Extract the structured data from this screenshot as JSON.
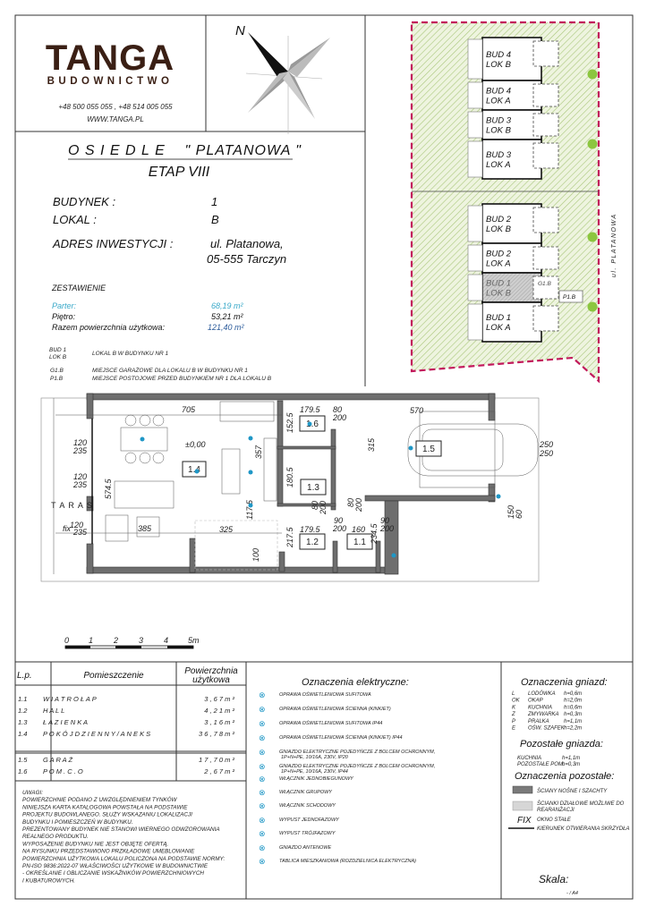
{
  "header": {
    "logo_main": "TANGA",
    "logo_sub": "BUDOWNICTWO",
    "phones": "+48 500 055 055 , +48 514 005 055",
    "website": "WWW.TANGA.PL",
    "compass_label": "N"
  },
  "title": {
    "estate": "O S I E D L E    \" PLATANOWA \"",
    "stage": "ETAP VIII"
  },
  "info": {
    "building_label": "BUDYNEK :",
    "building_value": "1",
    "unit_label": "LOKAL :",
    "unit_value": "B",
    "address_label": "ADRES INWESTYCJI :",
    "address_line1": "ul. Platanowa,",
    "address_line2": "05-555 Tarczyn"
  },
  "summary": {
    "heading": "ZESTAWIENIE",
    "rows": [
      {
        "label": "Parter:",
        "value": "68,19 m²"
      },
      {
        "label": "Piętro:",
        "value": "53,21 m²"
      },
      {
        "label": "Razem powierzchnia użytkowa:",
        "value": "121,40 m²"
      }
    ]
  },
  "keys": [
    {
      "code1": "BUD  1",
      "code2": "LOK  B",
      "text": "LOKAL B   W BUDYNKU NR 1"
    },
    {
      "code1": "G1.B",
      "text": "MIEJSCE GARAŻOWE DLA LOKALU B W BUDYNKU NR 1"
    },
    {
      "code1": "P1.B",
      "text": "MIEJSCE POSTOJOWE PRZED BUDYNKIEM  NR 1 DLA LOKALU B"
    }
  ],
  "site_plan": {
    "street": "ul. PLATANOWA",
    "units": [
      {
        "b": "BUD  4",
        "l": "LOK  B"
      },
      {
        "b": "BUD  4",
        "l": "LOK  A"
      },
      {
        "b": "BUD  3",
        "l": "LOK  B"
      },
      {
        "b": "BUD  3",
        "l": "LOK  A"
      },
      {
        "b": "BUD  2",
        "l": "LOK  B"
      },
      {
        "b": "BUD  2",
        "l": "LOK  A"
      },
      {
        "b": "BUD  1",
        "l": "LOK  B"
      },
      {
        "b": "BUD  1",
        "l": "LOK  A"
      }
    ],
    "garage_tag": "G1.B",
    "parking_tag": "P1.B",
    "colors": {
      "boundary": "#c2185b",
      "hatch": "#c9dca0",
      "tree": "#8cc63f",
      "selected": "#bdbdbd"
    }
  },
  "floor_plan": {
    "room_tags": [
      "1.4",
      "1.6",
      "1.3",
      "1.2",
      "1.1",
      "1.5"
    ],
    "level": "±0,00",
    "terrace": "T A R A S",
    "fix": "fix",
    "dims": {
      "d705": "705",
      "d1795a": "179.5",
      "d80a": "80",
      "d200a": "200",
      "d570": "570",
      "d1525": "152.5",
      "d357": "357",
      "d1805": "180.5",
      "d5745": "574.5",
      "w1a": "120",
      "w1b": "235",
      "w2a": "120",
      "w2b": "235",
      "w3a": "120",
      "w3b": "235",
      "d315": "315",
      "d250a": "250",
      "d250b": "250",
      "d150": "150",
      "d60": "60",
      "d325": "325",
      "d1175": "117.5",
      "d2175": "217.5",
      "d1795b": "179.5",
      "d90a": "90",
      "d200b": "200",
      "d160": "160",
      "d2345": "234.5",
      "d90b": "90",
      "d200c": "200",
      "d80b": "80",
      "d200d": "200",
      "d80c": "80",
      "d200e": "200",
      "d385": "385",
      "d100": "100"
    },
    "scale_labels": [
      "0",
      "1",
      "2",
      "3",
      "4",
      "5m"
    ]
  },
  "rooms_table": {
    "headers": {
      "lp": "L.p.",
      "room": "Pomieszczenie",
      "area1": "Powierzchnia",
      "area2": "użytkowa"
    },
    "rows": [
      {
        "lp": "1.1",
        "name": "W I A T R O Ł A P",
        "area": "3 , 6 7  m ²"
      },
      {
        "lp": "1.2",
        "name": "H A L L",
        "area": "4 , 2 1  m ²"
      },
      {
        "lp": "1.3",
        "name": "Ł A Z I E N K A",
        "area": "3 , 1 6  m ²"
      },
      {
        "lp": "1.4",
        "name": "P O K Ó J   D Z I E N N Y / A N E K S",
        "area": "3 6 , 7 8  m ²"
      },
      {
        "lp": "1.5",
        "name": "G A R A Ż",
        "area": "1 7 , 7 0  m ²"
      },
      {
        "lp": "1.6",
        "name": "P O M .   C . O",
        "area": "2 , 6 7  m ²"
      }
    ],
    "notes": [
      "UWAGI:",
      "POWIERZCHNIE PODANO Z UWZGLĘDNIENIEM TYNKÓW",
      "NINIEJSZA KARTA KATALOGOWA POWSTAŁA NA PODSTAWIE",
      "PROJEKTU BUDOWLANEGO. SŁUŻY WSKAZANIU LOKALIZACJI",
      "BUDYNKU I POMIESZCZEŃ W BUDYNKU.",
      "PREZENTOWANY BUDYNEK NIE STANOWI WIERNEGO ODWZOROWANIA",
      "REALNEGO PRODUKTU.",
      "WYPOSAŻENIE BUDYNKU NIE JEST OBJĘTE OFERTĄ.",
      "NA RYSUNKU PRZEDSTAWIONO PRZKŁADOWE UMEBLOWANIE",
      "POWIERZCHNIA UŻYTKOWA LOKALU POLICZONA NA PODSTAWIE NORMY:",
      "PN-ISO 9836:2022-07 WŁAŚCIWOŚCI UŻYTKOWE W BUDOWNICTWIE",
      "- OKREŚLANIE I OBLICZANIE WSKAŹNIKÓW POWIERZCHNIOWYCH",
      "I KUBATUROWYCH."
    ]
  },
  "electrical_legend": {
    "title": "Oznaczenia elektryczne:",
    "items": [
      {
        "icon": "ceiling-light-icon",
        "text": "OPRAWA OŚWIETLENIOWA SUFITOWA"
      },
      {
        "icon": "wall-light-icon",
        "text": "OPRAWA OŚWIETLENIOWA ŚCIENNA (KINKIET)"
      },
      {
        "icon": "ceiling-light-ip44-icon",
        "text": "OPRAWA OŚWIETLENIOWA SUFITOWA  IP44"
      },
      {
        "icon": "wall-light-ip44-icon",
        "text": "OPRAWA OŚWIETLENIOWA ŚCIENNA (KINKIET) IP44"
      },
      {
        "icon": "socket-icon",
        "text": "GNIAZDO ELEKTRYCZNE POJEDYŃCZE Z BOLCEM OCHRONNYM,",
        "text2": "1P+N+PE, 10/16A, 230V, IP20"
      },
      {
        "icon": "socket-ip44-icon",
        "text": "GNIAZDO ELEKTRYCZNE POJEDYŃCZE Z BOLCEM OCHRONNYM,",
        "text2": "1P+N+PE, 10/16A, 230V, IP44"
      },
      {
        "icon": "single-switch-icon",
        "text": "WŁĄCZNIK JEDNOBIEGUNOWY"
      },
      {
        "icon": "group-switch-icon",
        "text": "WŁĄCZNIK GRUPOWY"
      },
      {
        "icon": "stair-switch-icon",
        "text": "WŁĄCZNIK SCHODOWY"
      },
      {
        "icon": "single-phase-outlet-icon",
        "text": "WYPUST JEDNOFAZOWY"
      },
      {
        "icon": "three-phase-outlet-icon",
        "text": "WYPUST TRÓJFAZOWY"
      },
      {
        "icon": "antenna-socket-icon",
        "text": "GNIAZDO ANTENOWE"
      },
      {
        "icon": "distribution-board-icon",
        "text": "TABLICA MIESZKANIOWA (ROZDZIELNICA ELEKTRYCZNA)"
      }
    ]
  },
  "socket_legend": {
    "title": "Oznaczenia gniazd:",
    "items": [
      {
        "code": "L",
        "name": "LODÓWKA",
        "h": "h=0,6m"
      },
      {
        "code": "OK",
        "name": "OKAP",
        "h": "h=2,0m"
      },
      {
        "code": "K",
        "name": "KUCHNIA",
        "h": "h=0,6m"
      },
      {
        "code": "Z",
        "name": "ZMYWARKA",
        "h": "h=0,3m"
      },
      {
        "code": "P",
        "name": "PRALKA",
        "h": "h=1,1m"
      },
      {
        "code": "E",
        "name": "OŚW. SZAFEK",
        "h": "h=2,2m"
      }
    ],
    "other_title": "Pozostałe gniazda:",
    "other": [
      {
        "name": "KUCHNIA",
        "h": "h=1,1m"
      },
      {
        "name": "POZOSTAŁE POM.",
        "h": "h=0,3m"
      }
    ]
  },
  "other_legend": {
    "title": "Oznaczenia pozostałe:",
    "bearing": "ŚCIANY NOŚNE I SZACHTY",
    "partition1": "ŚCIANKI DZIAŁOWE MOŻLIWE DO",
    "partition2": "REARANŻACJI",
    "fix_symbol": "FIX",
    "fix_text": "OKNO STAŁE",
    "door_text": "KIERUNEK OTWIERANIA SKRZYDŁA",
    "colors": {
      "bearing": "#7a7a7a",
      "partition": "#d6d6d6"
    }
  },
  "scale": {
    "label": "Skala:",
    "value": "- / A4"
  }
}
